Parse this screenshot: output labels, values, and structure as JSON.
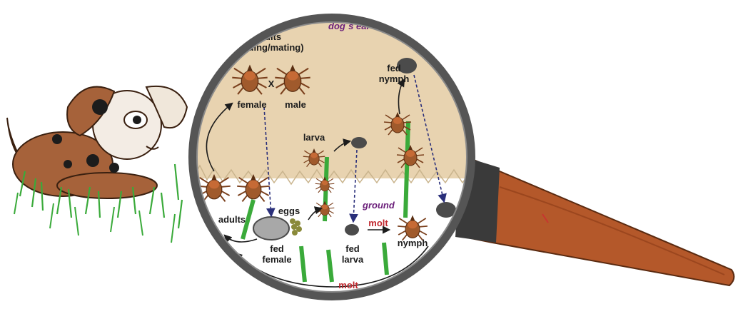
{
  "labels": {
    "dogs_ear": "dog´s ear",
    "ground": "ground",
    "adults_feeding_line1": "adults",
    "adults_feeding_line2": "(feeding/mating)",
    "cross": "X",
    "female": "female",
    "male": "male",
    "larva": "larva",
    "fed_nymph_line1": "fed",
    "fed_nymph_line2": "nymph",
    "eggs": "eggs",
    "adults": "adults",
    "fed_female_line1": "fed",
    "fed_female_line2": "female",
    "fed_larva_line1": "fed",
    "fed_larva_line2": "larva",
    "molt_upper": "molt",
    "nymph": "nymph",
    "molt_lower": "molt"
  },
  "colors": {
    "ear_skin": "#e8d3b0",
    "ground": "#ffffff",
    "lens_rim": "#555555",
    "handle": "#b4582a",
    "tick_body": "#a05a2c",
    "tick_scutum": "#c66a35",
    "engorged": "#4b4b4b",
    "grass": "#3aaa3a",
    "label_purple": "#6b1f7a",
    "label_red": "#c0282f",
    "arrow_dashed": "#2a2f7a",
    "dog_brown": "#a6623a"
  }
}
